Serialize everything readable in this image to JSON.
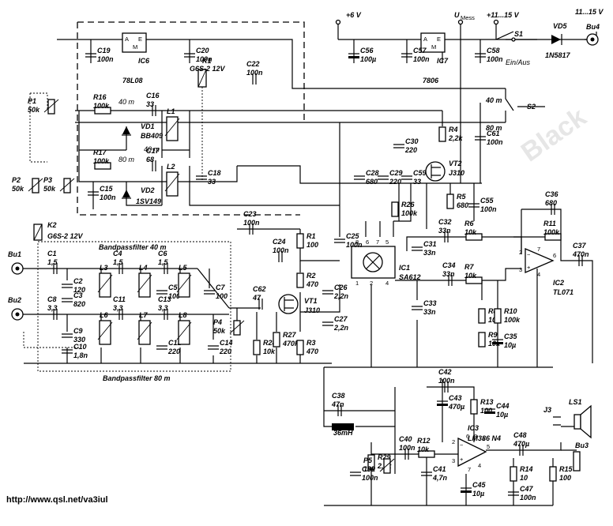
{
  "watermark": "Black",
  "url": "http://www.qsl.net/va3iul",
  "supply": {
    "plus6v": "+6 V",
    "umess": "U",
    "umess_sub": "Mess",
    "plus11_15v": "+11...15 V",
    "ext_11_15v": "11...15 V"
  },
  "switches": {
    "s1": "S1",
    "s1_label": "Ein/Aus",
    "s2": "S2",
    "s2_a": "40 m",
    "s2_b": "80 m"
  },
  "filters": {
    "bp40": "Bandpassfilter 40 m",
    "bp80": "Bandpassfilter 80 m",
    "band40": "40 m",
    "band80": "80 m"
  },
  "ics": {
    "ic6": "IC6",
    "ic6_type": "78L08",
    "ic7": "IC7",
    "ic7_type": "7806",
    "ic1": "IC1",
    "ic1_type": "SA612",
    "ic2": "IC2",
    "ic2_type": "TL071",
    "ic3": "IC3",
    "ic3_type": "LM386 N4",
    "reg_a": "A",
    "reg_e": "E",
    "reg_m": "M"
  },
  "relays": {
    "k1": "K1",
    "k1_type": "G6S-2 12V",
    "k2": "K2",
    "k2_type": "G6S-2 12V"
  },
  "semis": {
    "vd1": "VD1",
    "vd1_type": "BB409",
    "vd2": "VD2",
    "vd2_type": "1SV149",
    "vd5": "VD5",
    "vd5_type": "1N5817",
    "vt1": "VT1",
    "vt1_type": "J310",
    "vt2": "VT2",
    "vt2_type": "J310"
  },
  "connectors": {
    "bu1": "Bu1",
    "bu2": "Bu2",
    "bu3": "Bu3",
    "bu4": "Bu4",
    "j3": "J3",
    "ls1": "LS1"
  },
  "parts": [
    {
      "n": "C19",
      "v": "100n"
    },
    {
      "n": "C20",
      "v": "100n"
    },
    {
      "n": "C22",
      "v": "100n"
    },
    {
      "n": "C56",
      "v": "100µ"
    },
    {
      "n": "C57",
      "v": "100n"
    },
    {
      "n": "C58",
      "v": "100n"
    },
    {
      "n": "P1",
      "v": "50k"
    },
    {
      "n": "R16",
      "v": "100k"
    },
    {
      "n": "C16",
      "v": "33"
    },
    {
      "n": "L1",
      "v": ""
    },
    {
      "n": "R17",
      "v": "100k"
    },
    {
      "n": "C17",
      "v": "68"
    },
    {
      "n": "L2",
      "v": ""
    },
    {
      "n": "C18",
      "v": "33"
    },
    {
      "n": "P2",
      "v": "50k"
    },
    {
      "n": "P3",
      "v": "50k"
    },
    {
      "n": "C15",
      "v": "100n"
    },
    {
      "n": "R4",
      "v": "2,2k"
    },
    {
      "n": "C61",
      "v": "100n"
    },
    {
      "n": "C30",
      "v": "220"
    },
    {
      "n": "C28",
      "v": "680"
    },
    {
      "n": "C29",
      "v": "220"
    },
    {
      "n": "C59",
      "v": "33"
    },
    {
      "n": "R5",
      "v": "680"
    },
    {
      "n": "C55",
      "v": "100n"
    },
    {
      "n": "R26",
      "v": "100k"
    },
    {
      "n": "C36",
      "v": "680"
    },
    {
      "n": "R11",
      "v": "100k"
    },
    {
      "n": "C37",
      "v": "470n"
    },
    {
      "n": "C23",
      "v": "100n"
    },
    {
      "n": "R1",
      "v": "100"
    },
    {
      "n": "C24",
      "v": "100n"
    },
    {
      "n": "C25",
      "v": "100n"
    },
    {
      "n": "C31",
      "v": "33n"
    },
    {
      "n": "C32",
      "v": "33n"
    },
    {
      "n": "R6",
      "v": "10k"
    },
    {
      "n": "C1",
      "v": "1,5"
    },
    {
      "n": "C2",
      "v": "120"
    },
    {
      "n": "C3",
      "v": "820"
    },
    {
      "n": "L3",
      "v": ""
    },
    {
      "n": "C4",
      "v": "1,5"
    },
    {
      "n": "L4",
      "v": ""
    },
    {
      "n": "C5",
      "v": "100"
    },
    {
      "n": "C6",
      "v": "1,5"
    },
    {
      "n": "L5",
      "v": ""
    },
    {
      "n": "C7",
      "v": "100"
    },
    {
      "n": "R2",
      "v": "470"
    },
    {
      "n": "C26",
      "v": "2,2n"
    },
    {
      "n": "C34",
      "v": "33n"
    },
    {
      "n": "R7",
      "v": "10k"
    },
    {
      "n": "C62",
      "v": "47"
    },
    {
      "n": "C33",
      "v": "33n"
    },
    {
      "n": "R8",
      "v": "10k"
    },
    {
      "n": "R10",
      "v": "100k"
    },
    {
      "n": "C8",
      "v": "3,3"
    },
    {
      "n": "C9",
      "v": "330"
    },
    {
      "n": "C10",
      "v": "1,8n"
    },
    {
      "n": "L6",
      "v": ""
    },
    {
      "n": "C11",
      "v": "3,3"
    },
    {
      "n": "L7",
      "v": ""
    },
    {
      "n": "C12",
      "v": "220"
    },
    {
      "n": "C13",
      "v": "3,3"
    },
    {
      "n": "L8",
      "v": ""
    },
    {
      "n": "C14",
      "v": "220"
    },
    {
      "n": "P4",
      "v": "50k"
    },
    {
      "n": "R28",
      "v": "10k"
    },
    {
      "n": "R27",
      "v": "470k"
    },
    {
      "n": "R3",
      "v": "470"
    },
    {
      "n": "C27",
      "v": "2,2n"
    },
    {
      "n": "R9",
      "v": "10k"
    },
    {
      "n": "C35",
      "v": "10µ"
    },
    {
      "n": "C42",
      "v": "100n"
    },
    {
      "n": "R13",
      "v": "100"
    },
    {
      "n": "C38",
      "v": "47n"
    },
    {
      "n": "C43",
      "v": "470µ"
    },
    {
      "n": "C44",
      "v": "10µ"
    },
    {
      "n": "L9",
      "v": "36mH"
    },
    {
      "n": "R29",
      "v": "2,2k"
    },
    {
      "n": "C40",
      "v": "100n"
    },
    {
      "n": "R12",
      "v": "10k"
    },
    {
      "n": "C48",
      "v": "470µ"
    },
    {
      "n": "P5",
      "v": "10k"
    },
    {
      "n": "C41",
      "v": "4,7n"
    },
    {
      "n": "C45",
      "v": "10µ"
    },
    {
      "n": "R14",
      "v": "10"
    },
    {
      "n": "R15",
      "v": "100"
    },
    {
      "n": "C39",
      "v": "100n"
    },
    {
      "n": "C47",
      "v": "100n"
    }
  ]
}
